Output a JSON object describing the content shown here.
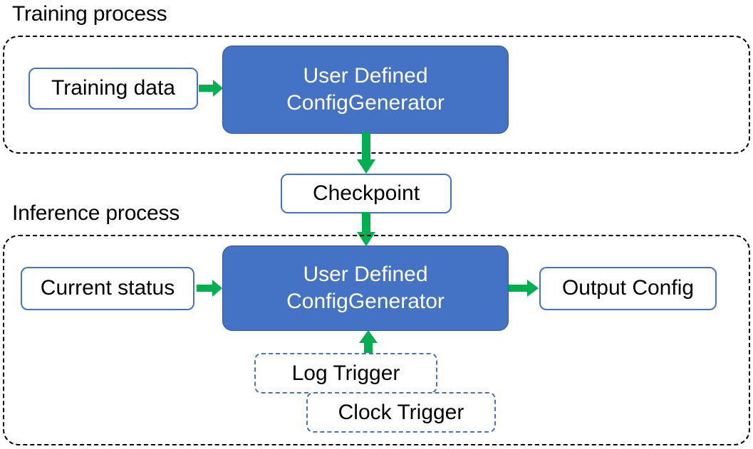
{
  "diagram": {
    "title_training": "Training process",
    "title_inference": "Inference process",
    "colors": {
      "accent_blue": "#4472C4",
      "generator_fill": "#4472C4",
      "generator_border": "#2E5597",
      "arrow_green": "#00B050",
      "container_border": "#000000",
      "text_dark": "#000000",
      "text_light": "#FFFFFF"
    },
    "training": {
      "input_label": "Training data",
      "generator_line1": "User Defined",
      "generator_line2": "ConfigGenerator"
    },
    "checkpoint": {
      "label": "Checkpoint"
    },
    "inference": {
      "input_label": "Current status",
      "generator_line1": "User Defined",
      "generator_line2": "ConfigGenerator",
      "output_label": "Output Config",
      "triggers": [
        {
          "label": "Log Trigger"
        },
        {
          "label": "Clock Trigger"
        }
      ]
    },
    "arrows": [
      {
        "name": "training-data-to-generator",
        "direction": "right"
      },
      {
        "name": "training-generator-to-checkpoint",
        "direction": "down"
      },
      {
        "name": "checkpoint-to-inference-generator",
        "direction": "down"
      },
      {
        "name": "current-status-to-generator",
        "direction": "right"
      },
      {
        "name": "generator-to-output-config",
        "direction": "right"
      },
      {
        "name": "log-trigger-to-generator",
        "direction": "up"
      }
    ]
  }
}
